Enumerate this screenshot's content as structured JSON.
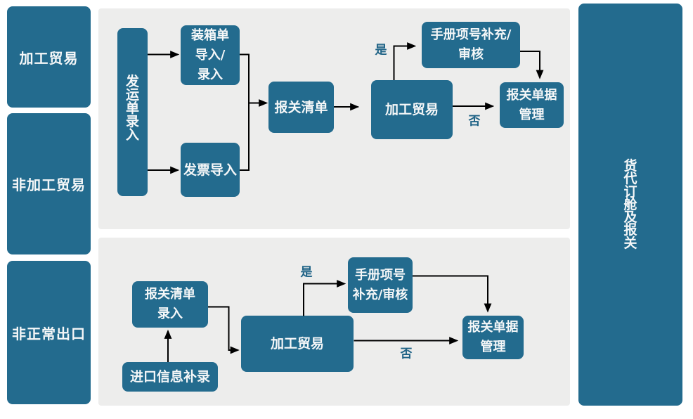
{
  "colors": {
    "node_fill": "#236b8e",
    "node_text": "#f5f7f8",
    "panel_bg": "#ededec",
    "connector": "#000000",
    "decision_label": "#1f6386",
    "page_bg": "#ffffff"
  },
  "left_column": {
    "items": [
      {
        "label": "加工贸易"
      },
      {
        "label": "非加工贸易"
      },
      {
        "label": "非正常出口"
      }
    ]
  },
  "right_column": {
    "label": "货代订舱及报关"
  },
  "top_flow": {
    "nodes": {
      "shipping_order_entry": {
        "label": "发运单录入"
      },
      "packing_list_import": {
        "label": "装箱单导入/录入",
        "lines": [
          "装箱单",
          "导入/",
          "录入"
        ]
      },
      "invoice_import": {
        "label": "发票导入"
      },
      "customs_declaration_list": {
        "label": "报关清单"
      },
      "processing_trade_decision": {
        "label": "加工贸易"
      },
      "manual_item_supplement_review": {
        "label": "手册项号补充/审核",
        "lines": [
          "手册项号补充/",
          "审核"
        ]
      },
      "customs_documents_management": {
        "label": "报关单据管理",
        "lines": [
          "报关单据",
          "管理"
        ]
      }
    },
    "edges": [
      {
        "from": "shipping_order_entry",
        "to": "packing_list_import"
      },
      {
        "from": "shipping_order_entry",
        "to": "invoice_import"
      },
      {
        "from": "packing_list_import",
        "to": "customs_declaration_list"
      },
      {
        "from": "invoice_import",
        "to": "customs_declaration_list"
      },
      {
        "from": "customs_declaration_list",
        "to": "processing_trade_decision"
      },
      {
        "from": "processing_trade_decision",
        "to": "manual_item_supplement_review",
        "label": "是"
      },
      {
        "from": "manual_item_supplement_review",
        "to": "customs_documents_management"
      },
      {
        "from": "processing_trade_decision",
        "to": "customs_documents_management",
        "label": "否"
      }
    ]
  },
  "bottom_flow": {
    "nodes": {
      "customs_list_entry": {
        "label": "报关清单录入",
        "lines": [
          "报关清单",
          "录入"
        ]
      },
      "import_info_supplement": {
        "label": "进口信息补录"
      },
      "processing_trade_decision": {
        "label": "加工贸易"
      },
      "manual_item_supplement_review": {
        "label": "手册项号补充/审核",
        "lines": [
          "手册项号",
          "补充/审核"
        ]
      },
      "customs_documents_management": {
        "label": "报关单据管理",
        "lines": [
          "报关单据",
          "管理"
        ]
      }
    },
    "edges": [
      {
        "from": "import_info_supplement",
        "to": "customs_list_entry"
      },
      {
        "from": "customs_list_entry",
        "to": "processing_trade_decision"
      },
      {
        "from": "processing_trade_decision",
        "to": "manual_item_supplement_review",
        "label": "是"
      },
      {
        "from": "manual_item_supplement_review",
        "to": "customs_documents_management"
      },
      {
        "from": "processing_trade_decision",
        "to": "customs_documents_management",
        "label": "否"
      }
    ]
  }
}
